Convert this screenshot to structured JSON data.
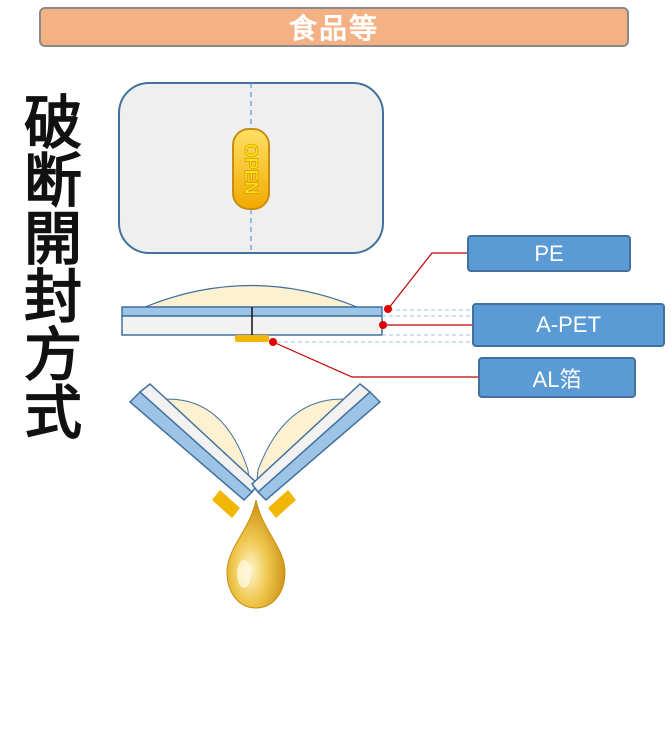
{
  "header": {
    "title": "食品等"
  },
  "side_title": "破断開封方式",
  "package": {
    "open_text": "OPEN"
  },
  "labels": [
    {
      "id": "pe",
      "text": "PE"
    },
    {
      "id": "apet",
      "text": "A-PET"
    },
    {
      "id": "al",
      "text": "AL箔"
    }
  ],
  "colors": {
    "header_fill": "#f4b183",
    "label_fill": "#5b9bd5",
    "film_blue": "#9dc3e6",
    "foil_yellow": "#f2b705",
    "cream": "#fdf1d2",
    "leader_red": "#c00000",
    "outline": "#41719c"
  }
}
